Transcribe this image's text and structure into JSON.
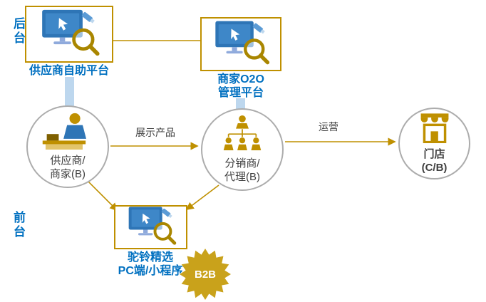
{
  "side_labels": {
    "backend": "后台",
    "frontend": "前台"
  },
  "platforms": {
    "supplier_self_service": {
      "label": "供应商自助平台"
    },
    "merchant_o2o": {
      "line1": "商家O2O",
      "line2": "管理平台"
    },
    "tuoling": {
      "line1": "驼铃精选",
      "line2": "PC端/小程序"
    }
  },
  "actors": {
    "supplier": {
      "line1": "供应商/",
      "line2": "商家(B)"
    },
    "distributor": {
      "line1": "分销商/",
      "line2": "代理(B)"
    },
    "store": {
      "line1": "门店",
      "line2": "(C/B)"
    }
  },
  "edges": {
    "display_products": "展示产品",
    "operations": "运营"
  },
  "badge": {
    "b2b": "B2B"
  },
  "icons": {
    "platform": "computer-search-icon",
    "supplier": "person-desk-icon",
    "distributor": "org-hierarchy-icon",
    "store": "storefront-icon",
    "badge": "starburst-badge"
  },
  "colors": {
    "accent_blue": "#0070C0",
    "gold": "#BF9000",
    "band_blue": "#BDD7EE",
    "icon_blue": "#2E75B6",
    "circle_border": "#ACACAC",
    "text_dark": "#404040",
    "star_gold": "#C9A21B"
  }
}
